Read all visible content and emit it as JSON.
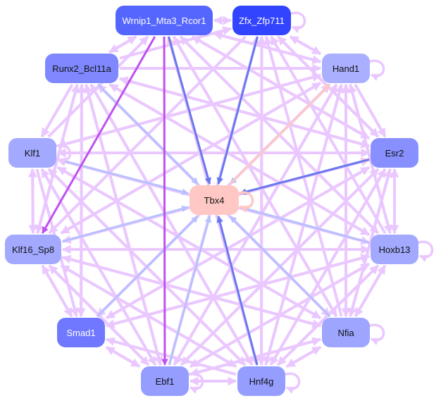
{
  "graph": {
    "title": "",
    "nodes": [
      {
        "id": "wrnip1",
        "label": "Wrnip1_Mta3_Rcor1",
        "color": "#5566ff",
        "dark": true
      },
      {
        "id": "zfx",
        "label": "Zfx_Zfp711",
        "color": "#3344ff",
        "dark": true
      },
      {
        "id": "runx2",
        "label": "Runx2_Bcl11a",
        "color": "#7f88ff",
        "dark": false
      },
      {
        "id": "hand1",
        "label": "Hand1",
        "color": "#aab0ff",
        "dark": false
      },
      {
        "id": "klf1",
        "label": "Klf1",
        "color": "#a2a9ff",
        "dark": false
      },
      {
        "id": "esr2",
        "label": "Esr2",
        "color": "#8890ff",
        "dark": false
      },
      {
        "id": "tbx4",
        "label": "Tbx4",
        "color": "#ffc8c4",
        "dark": false
      },
      {
        "id": "klf16",
        "label": "Klf16_Sp8",
        "color": "#a2a9ff",
        "dark": false
      },
      {
        "id": "hoxb13",
        "label": "Hoxb13",
        "color": "#a2a9ff",
        "dark": false
      },
      {
        "id": "smad1",
        "label": "Smad1",
        "color": "#6f78ff",
        "dark": true
      },
      {
        "id": "nfia",
        "label": "Nfia",
        "color": "#9ea5ff",
        "dark": false
      },
      {
        "id": "ebf1",
        "label": "Ebf1",
        "color": "#959dff",
        "dark": false
      },
      {
        "id": "hnf4g",
        "label": "Hnf4g",
        "color": "#959dff",
        "dark": false
      }
    ],
    "edge_colors": {
      "lilac": "#eac8ff",
      "violet": "#c050f0",
      "blue": "#6878f0",
      "lightblue": "#b8c0ff",
      "pink": "#ffc8c4"
    },
    "edges": [
      [
        "wrnip1",
        "zfx",
        "lilac"
      ],
      [
        "zfx",
        "wrnip1",
        "lilac"
      ],
      [
        "wrnip1",
        "ebf1",
        "violet"
      ],
      [
        "wrnip1",
        "klf16",
        "violet"
      ],
      [
        "wrnip1",
        "tbx4",
        "blue"
      ],
      [
        "tbx4",
        "wrnip1",
        "pink"
      ],
      [
        "zfx",
        "tbx4",
        "blue"
      ],
      [
        "runx2",
        "tbx4",
        "lightblue"
      ],
      [
        "klf1",
        "tbx4",
        "lightblue"
      ],
      [
        "klf16",
        "tbx4",
        "lightblue"
      ],
      [
        "smad1",
        "tbx4",
        "lightblue"
      ],
      [
        "ebf1",
        "tbx4",
        "lightblue"
      ],
      [
        "hnf4g",
        "tbx4",
        "blue"
      ],
      [
        "nfia",
        "tbx4",
        "lightblue"
      ],
      [
        "hoxb13",
        "tbx4",
        "lightblue"
      ],
      [
        "esr2",
        "tbx4",
        "blue"
      ],
      [
        "tbx4",
        "esr2",
        "pink"
      ],
      [
        "hand1",
        "tbx4",
        "lightblue"
      ],
      [
        "tbx4",
        "hand1",
        "pink"
      ],
      [
        "runx2",
        "wrnip1",
        "lilac"
      ],
      [
        "runx2",
        "zfx",
        "lilac"
      ],
      [
        "runx2",
        "hand1",
        "lilac"
      ],
      [
        "runx2",
        "klf1",
        "lilac"
      ],
      [
        "runx2",
        "esr2",
        "lilac"
      ],
      [
        "runx2",
        "klf16",
        "lilac"
      ],
      [
        "runx2",
        "hoxb13",
        "lilac"
      ],
      [
        "runx2",
        "smad1",
        "lilac"
      ],
      [
        "runx2",
        "nfia",
        "lilac"
      ],
      [
        "runx2",
        "ebf1",
        "lilac"
      ],
      [
        "runx2",
        "hnf4g",
        "lilac"
      ],
      [
        "hand1",
        "wrnip1",
        "lilac"
      ],
      [
        "hand1",
        "zfx",
        "lilac"
      ],
      [
        "hand1",
        "klf1",
        "lilac"
      ],
      [
        "hand1",
        "esr2",
        "lilac"
      ],
      [
        "hand1",
        "klf16",
        "lilac"
      ],
      [
        "hand1",
        "hoxb13",
        "lilac"
      ],
      [
        "hand1",
        "smad1",
        "lilac"
      ],
      [
        "hand1",
        "nfia",
        "lilac"
      ],
      [
        "hand1",
        "ebf1",
        "lilac"
      ],
      [
        "hand1",
        "hnf4g",
        "lilac"
      ],
      [
        "klf1",
        "wrnip1",
        "lilac"
      ],
      [
        "klf1",
        "hand1",
        "lilac"
      ],
      [
        "klf1",
        "esr2",
        "lilac"
      ],
      [
        "klf1",
        "klf16",
        "lilac"
      ],
      [
        "klf1",
        "hoxb13",
        "lilac"
      ],
      [
        "klf1",
        "smad1",
        "lilac"
      ],
      [
        "klf1",
        "nfia",
        "lilac"
      ],
      [
        "klf1",
        "ebf1",
        "lilac"
      ],
      [
        "klf1",
        "hnf4g",
        "lilac"
      ],
      [
        "esr2",
        "wrnip1",
        "lilac"
      ],
      [
        "esr2",
        "zfx",
        "lilac"
      ],
      [
        "esr2",
        "runx2",
        "lilac"
      ],
      [
        "esr2",
        "klf1",
        "lilac"
      ],
      [
        "esr2",
        "klf16",
        "lilac"
      ],
      [
        "esr2",
        "hoxb13",
        "lilac"
      ],
      [
        "esr2",
        "smad1",
        "lilac"
      ],
      [
        "esr2",
        "nfia",
        "lilac"
      ],
      [
        "esr2",
        "ebf1",
        "lilac"
      ],
      [
        "esr2",
        "hnf4g",
        "lilac"
      ],
      [
        "klf16",
        "runx2",
        "lilac"
      ],
      [
        "klf16",
        "hand1",
        "lilac"
      ],
      [
        "klf16",
        "klf1",
        "lilac"
      ],
      [
        "klf16",
        "esr2",
        "lilac"
      ],
      [
        "klf16",
        "hoxb13",
        "lilac"
      ],
      [
        "klf16",
        "smad1",
        "lilac"
      ],
      [
        "klf16",
        "nfia",
        "lilac"
      ],
      [
        "klf16",
        "ebf1",
        "lilac"
      ],
      [
        "klf16",
        "hnf4g",
        "lilac"
      ],
      [
        "hoxb13",
        "wrnip1",
        "lilac"
      ],
      [
        "hoxb13",
        "zfx",
        "lilac"
      ],
      [
        "hoxb13",
        "runx2",
        "lilac"
      ],
      [
        "hoxb13",
        "hand1",
        "lilac"
      ],
      [
        "hoxb13",
        "klf1",
        "lilac"
      ],
      [
        "hoxb13",
        "esr2",
        "lilac"
      ],
      [
        "hoxb13",
        "klf16",
        "lilac"
      ],
      [
        "hoxb13",
        "smad1",
        "lilac"
      ],
      [
        "hoxb13",
        "nfia",
        "lilac"
      ],
      [
        "hoxb13",
        "ebf1",
        "lilac"
      ],
      [
        "hoxb13",
        "hnf4g",
        "lilac"
      ],
      [
        "smad1",
        "runx2",
        "lilac"
      ],
      [
        "smad1",
        "hand1",
        "lilac"
      ],
      [
        "smad1",
        "klf16",
        "lilac"
      ],
      [
        "smad1",
        "esr2",
        "lilac"
      ],
      [
        "smad1",
        "ebf1",
        "lilac"
      ],
      [
        "smad1",
        "hoxb13",
        "lilac"
      ],
      [
        "nfia",
        "wrnip1",
        "lilac"
      ],
      [
        "nfia",
        "zfx",
        "lilac"
      ],
      [
        "nfia",
        "runx2",
        "lilac"
      ],
      [
        "nfia",
        "hand1",
        "lilac"
      ],
      [
        "nfia",
        "klf1",
        "lilac"
      ],
      [
        "nfia",
        "esr2",
        "lilac"
      ],
      [
        "nfia",
        "klf16",
        "lilac"
      ],
      [
        "nfia",
        "hoxb13",
        "lilac"
      ],
      [
        "nfia",
        "ebf1",
        "lilac"
      ],
      [
        "nfia",
        "hnf4g",
        "lilac"
      ],
      [
        "ebf1",
        "zfx",
        "lilac"
      ],
      [
        "ebf1",
        "runx2",
        "lilac"
      ],
      [
        "ebf1",
        "hand1",
        "lilac"
      ],
      [
        "ebf1",
        "klf1",
        "lilac"
      ],
      [
        "ebf1",
        "esr2",
        "lilac"
      ],
      [
        "ebf1",
        "klf16",
        "lilac"
      ],
      [
        "ebf1",
        "hoxb13",
        "lilac"
      ],
      [
        "ebf1",
        "smad1",
        "lilac"
      ],
      [
        "ebf1",
        "nfia",
        "lilac"
      ],
      [
        "ebf1",
        "hnf4g",
        "lilac"
      ],
      [
        "hnf4g",
        "wrnip1",
        "lilac"
      ],
      [
        "hnf4g",
        "zfx",
        "lilac"
      ],
      [
        "hnf4g",
        "runx2",
        "lilac"
      ],
      [
        "hnf4g",
        "hand1",
        "lilac"
      ],
      [
        "hnf4g",
        "klf1",
        "lilac"
      ],
      [
        "hnf4g",
        "esr2",
        "lilac"
      ],
      [
        "hnf4g",
        "klf16",
        "lilac"
      ],
      [
        "hnf4g",
        "hoxb13",
        "lilac"
      ],
      [
        "hnf4g",
        "smad1",
        "lilac"
      ],
      [
        "hnf4g",
        "nfia",
        "lilac"
      ],
      [
        "hnf4g",
        "ebf1",
        "lilac"
      ],
      [
        "wrnip1",
        "runx2",
        "lilac"
      ],
      [
        "wrnip1",
        "hand1",
        "lilac"
      ],
      [
        "wrnip1",
        "esr2",
        "lilac"
      ],
      [
        "wrnip1",
        "hoxb13",
        "lilac"
      ],
      [
        "wrnip1",
        "nfia",
        "lilac"
      ],
      [
        "wrnip1",
        "hnf4g",
        "lilac"
      ],
      [
        "zfx",
        "hand1",
        "lilac"
      ],
      [
        "zfx",
        "esr2",
        "lilac"
      ],
      [
        "zfx",
        "klf16",
        "lilac"
      ],
      [
        "zfx",
        "hnf4g",
        "lilac"
      ]
    ],
    "self_loops": [
      [
        "zfx",
        "lilac"
      ],
      [
        "hand1",
        "lilac"
      ],
      [
        "klf1",
        "lilac"
      ],
      [
        "hoxb13",
        "lilac"
      ],
      [
        "nfia",
        "lilac"
      ],
      [
        "ebf1",
        "lilac"
      ],
      [
        "hnf4g",
        "lilac"
      ],
      [
        "tbx4",
        "pink"
      ]
    ]
  }
}
